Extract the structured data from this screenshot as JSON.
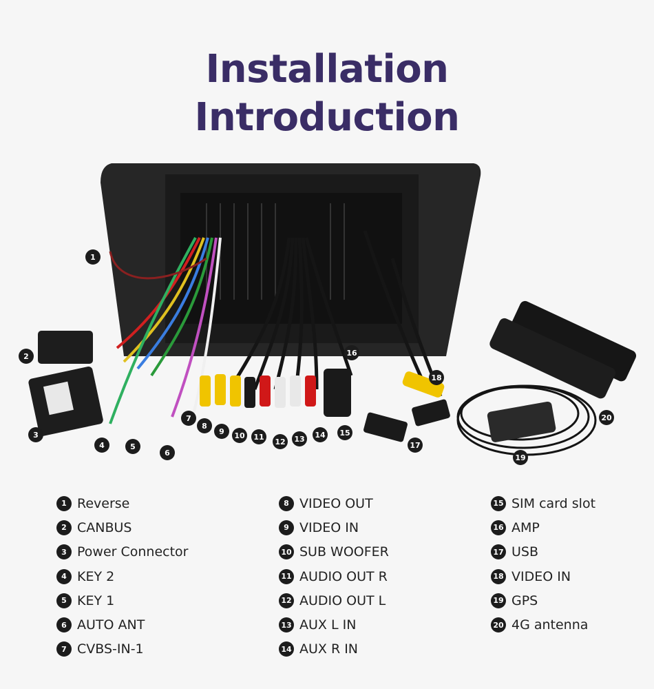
{
  "title": {
    "line1": "Installation",
    "line2": "Introduction"
  },
  "legend": {
    "col1": [
      {
        "num": "1",
        "label": "Reverse"
      },
      {
        "num": "2",
        "label": "CANBUS"
      },
      {
        "num": "3",
        "label": "Power Connector"
      },
      {
        "num": "4",
        "label": "KEY 2"
      },
      {
        "num": "5",
        "label": "KEY 1"
      },
      {
        "num": "6",
        "label": "AUTO ANT"
      },
      {
        "num": "7",
        "label": "CVBS-IN-1"
      }
    ],
    "col2": [
      {
        "num": "8",
        "label": "VIDEO OUT"
      },
      {
        "num": "9",
        "label": "VIDEO IN"
      },
      {
        "num": "10",
        "label": "SUB WOOFER"
      },
      {
        "num": "11",
        "label": "AUDIO OUT R"
      },
      {
        "num": "12",
        "label": "AUDIO OUT L"
      },
      {
        "num": "13",
        "label": "AUX L IN"
      },
      {
        "num": "14",
        "label": "AUX R IN"
      }
    ],
    "col3": [
      {
        "num": "15",
        "label": "SIM card slot"
      },
      {
        "num": "16",
        "label": "AMP"
      },
      {
        "num": "17",
        "label": "USB"
      },
      {
        "num": "18",
        "label": "VIDEO IN"
      },
      {
        "num": "19",
        "label": "GPS"
      },
      {
        "num": "20",
        "label": "4G antenna"
      }
    ]
  },
  "callouts": [
    "1",
    "2",
    "3",
    "4",
    "5",
    "6",
    "7",
    "8",
    "9",
    "10",
    "11",
    "12",
    "13",
    "14",
    "15",
    "16",
    "17",
    "18",
    "19",
    "20"
  ]
}
